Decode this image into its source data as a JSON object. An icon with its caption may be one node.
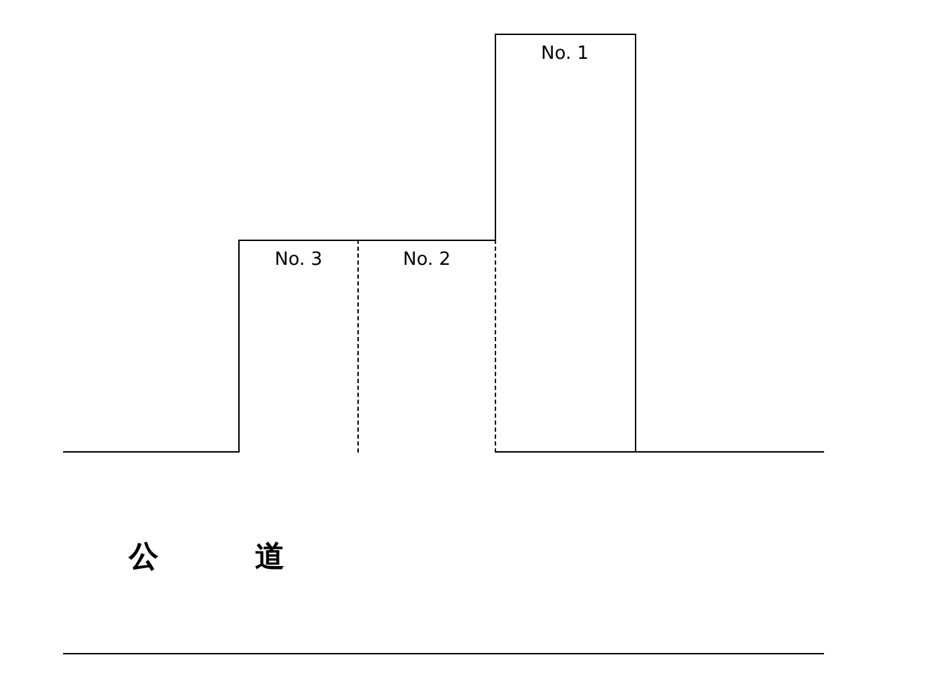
{
  "diagram": {
    "nodes": [
      {
        "text": [
          "No. 1"
        ]
      },
      {
        "text": [
          "No. 3"
        ]
      },
      {
        "text": [
          "No. 2"
        ]
      }
    ],
    "edges": [],
    "labels": [
      "公　道"
    ]
  }
}
